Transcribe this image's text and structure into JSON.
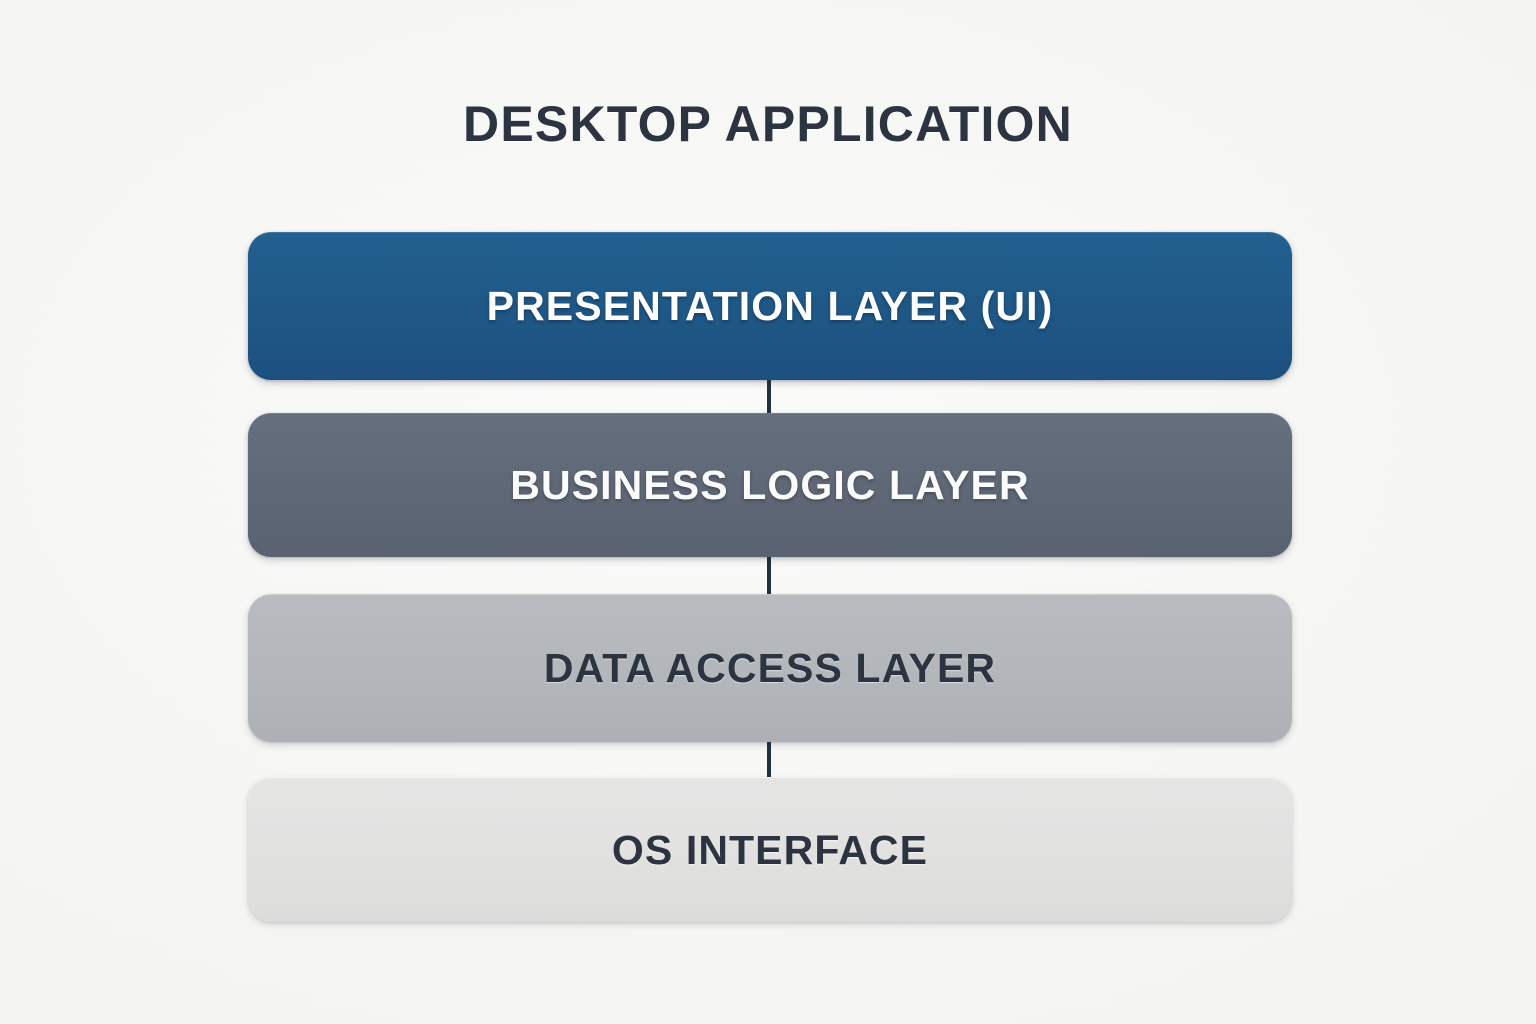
{
  "diagram": {
    "title": "DESKTOP APPLICATION",
    "type": "layered-architecture-stack",
    "background_color": "#f8f8f6",
    "title_color": "#2b3440",
    "connector_color": "#223040",
    "layers": [
      {
        "id": "presentation",
        "label": "PRESENTATION LAYER (UI)",
        "fill_color": "#1f5886",
        "text_color": "#fdfdfd",
        "order": 1
      },
      {
        "id": "business-logic",
        "label": "BUSINESS LOGIC LAYER",
        "fill_color": "#5f6876",
        "text_color": "#fbfbfb",
        "order": 2
      },
      {
        "id": "data-access",
        "label": "DATA ACCESS LAYER",
        "fill_color": "#b3b6ba",
        "text_color": "#2b3440",
        "order": 3
      },
      {
        "id": "os-interface",
        "label": "OS INTERFACE",
        "fill_color": "#e1e1e0",
        "text_color": "#2b3440",
        "order": 4
      }
    ]
  }
}
